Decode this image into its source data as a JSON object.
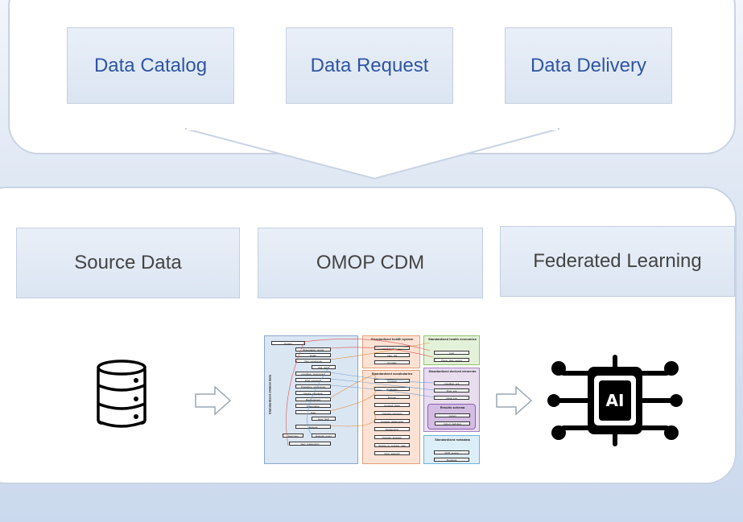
{
  "top": {
    "items": [
      {
        "label": "Data Catalog"
      },
      {
        "label": "Data Request"
      },
      {
        "label": "Data Delivery"
      }
    ]
  },
  "bottom": {
    "items": [
      {
        "label": "Source Data"
      },
      {
        "label": "OMOP CDM"
      },
      {
        "label": "Federated Learning"
      }
    ],
    "icons": {
      "source": "database-icon",
      "schema": "omop-cdm-schema-diagram",
      "ai": "ai-chip-icon",
      "ai_text": "AI"
    }
  },
  "schema": {
    "clinical_title": "Standardized clinical data",
    "clinical_rows": [
      "Person",
      "Observation_period",
      "Death",
      "Visit_occurrence",
      "Visit_detail",
      "Condition_occurrence",
      "Drug_exposure",
      "Procedure_occurrence",
      "Device_exposure",
      "Measurement",
      "Observation",
      "Note",
      "Note_NLP",
      "Episode",
      "Specimen",
      "Episode_event",
      "Fact_relationship"
    ],
    "health_system_title": "Standardized health system",
    "health_system_rows": [
      "Location",
      "Care_site",
      "Provider"
    ],
    "vocab_title": "Standardized vocabularies",
    "vocab_rows": [
      "Concept",
      "Vocabulary",
      "Domain",
      "Concept_class",
      "Concept_synonym",
      "Concept_relationship",
      "Relationship",
      "Concept_ancestor",
      "Source_to_concept_map",
      "Drug_strength"
    ],
    "economics_title": "Standardized health economics",
    "economics_rows": [
      "Cost",
      "Payer_plan_period"
    ],
    "derived_title": "Standardized derived elements",
    "derived_rows": [
      "Condition_era",
      "Drug_era",
      "Dose_era"
    ],
    "results_title": "Results schema",
    "results_rows": [
      "Cohort",
      "Cohort_definition"
    ],
    "metadata_title": "Standardized metadata",
    "metadata_rows": [
      "CDM_source",
      "Metadata"
    ]
  },
  "colors": {
    "blue_text": "#2f55a4",
    "box_border": "#c3cfe0",
    "clinical_bg": "#dbe6f3",
    "health_bg": "#fbe2d4",
    "economics_bg": "#e4f1d9",
    "derived_bg": "#e8dcef",
    "metadata_bg": "#dceef8"
  }
}
